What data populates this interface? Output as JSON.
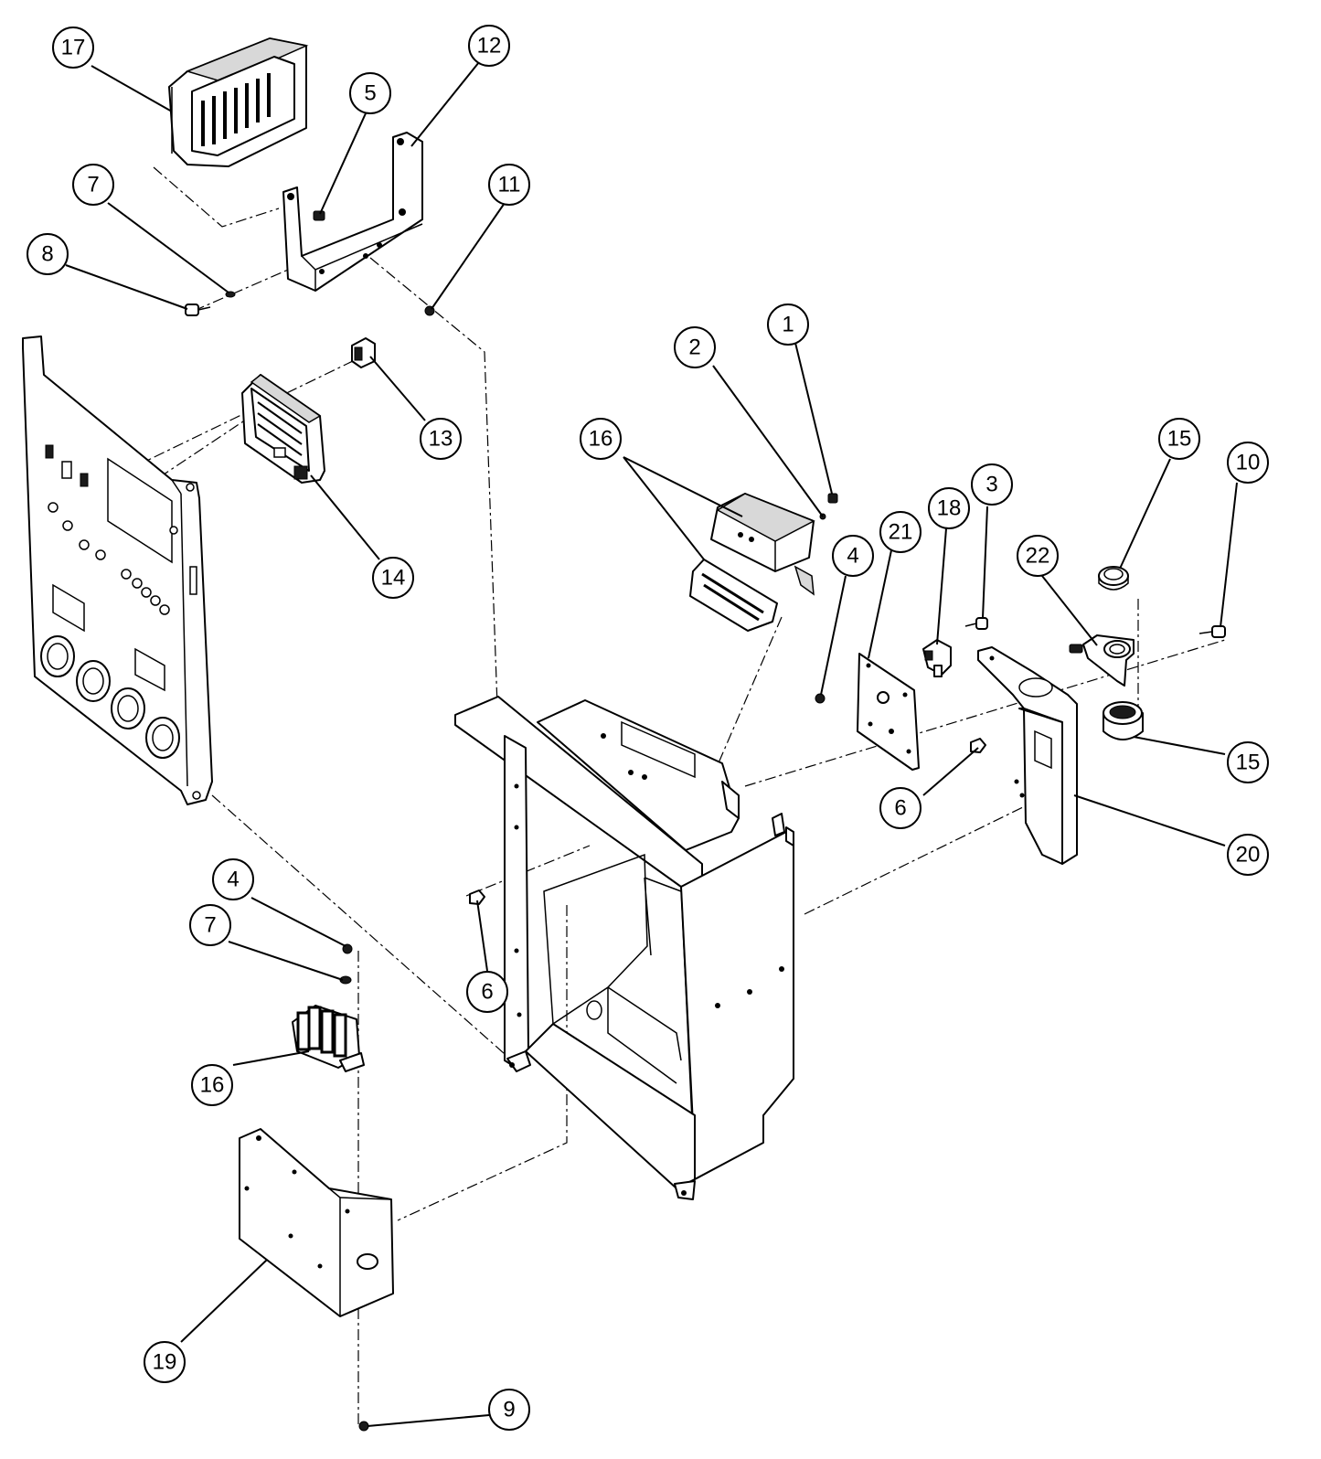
{
  "callouts": {
    "c1": "1",
    "c2": "2",
    "c3": "3",
    "c4a": "4",
    "c4b": "4",
    "c5": "5",
    "c6a": "6",
    "c6b": "6",
    "c7a": "7",
    "c7b": "7",
    "c8": "8",
    "c9": "9",
    "c10": "10",
    "c11": "11",
    "c12": "12",
    "c13": "13",
    "c14": "14",
    "c15a": "15",
    "c15b": "15",
    "c16a": "16",
    "c16b": "16",
    "c17": "17",
    "c18": "18",
    "c19": "19",
    "c20": "20",
    "c21": "21",
    "c22": "22"
  }
}
